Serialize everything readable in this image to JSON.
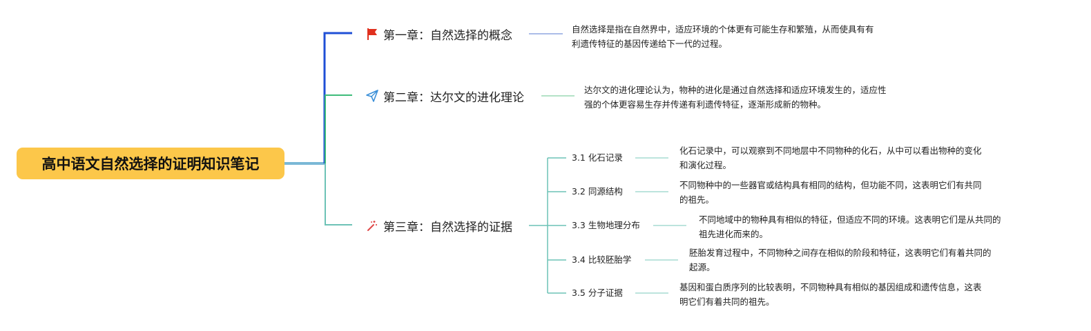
{
  "root": {
    "title": "高中语文自然选择的证明知识笔记"
  },
  "chapters": [
    {
      "icon": "red-flag-icon",
      "title": "第一章：自然选择的概念",
      "note": [
        "自然选择是指在自然界中，适应环境的个体更有可能生存和繁殖，从而使具有有",
        "利遗传特征的基因传递给下一代的过程。"
      ]
    },
    {
      "icon": "paper-plane-icon",
      "title": "第二章：达尔文的进化理论",
      "note": [
        "达尔文的进化理论认为，物种的进化是通过自然选择和适应环境发生的，适应性",
        "强的个体更容易生存并传递有利遗传特征，逐渐形成新的物种。"
      ]
    },
    {
      "icon": "magic-wand-icon",
      "title": "第三章：自然选择的证据",
      "subtopics": [
        {
          "title": "3.1 化石记录",
          "note": [
            "化石记录中，可以观察到不同地层中不同物种的化石，从中可以看出物种的变化",
            "和演化过程。"
          ]
        },
        {
          "title": "3.2 同源结构",
          "note": [
            "不同物种中的一些器官或结构具有相同的结构，但功能不同，这表明它们有共同",
            "的祖先。"
          ]
        },
        {
          "title": "3.3 生物地理分布",
          "note": [
            "不同地域中的物种具有相似的特征，但适应不同的环境。这表明它们是从共同的",
            "祖先进化而来的。"
          ]
        },
        {
          "title": "3.4 比较胚胎学",
          "note": [
            "胚胎发育过程中，不同物种之间存在相似的阶段和特征，这表明它们有着共同的",
            "起源。"
          ]
        },
        {
          "title": "3.5 分子证据",
          "note": [
            "基因和蛋白质序列的比较表明，不同物种具有相似的基因组成和遗传信息，这表",
            "明它们有着共同的祖先。"
          ]
        }
      ]
    }
  ],
  "colors": {
    "root_fill": "#fcc74a",
    "branch1": "#1f4fd6",
    "branch2": "#3dbb7a",
    "branch3": "#6cc2b6",
    "root_link": "#7ab8d6",
    "note_link1": "#8fa6e0",
    "note_link2": "#9ad9b4",
    "note_link3": "#a6dcd2",
    "flag": "#e0301e",
    "plane": "#3a8fd8",
    "wand": "#e04848"
  }
}
